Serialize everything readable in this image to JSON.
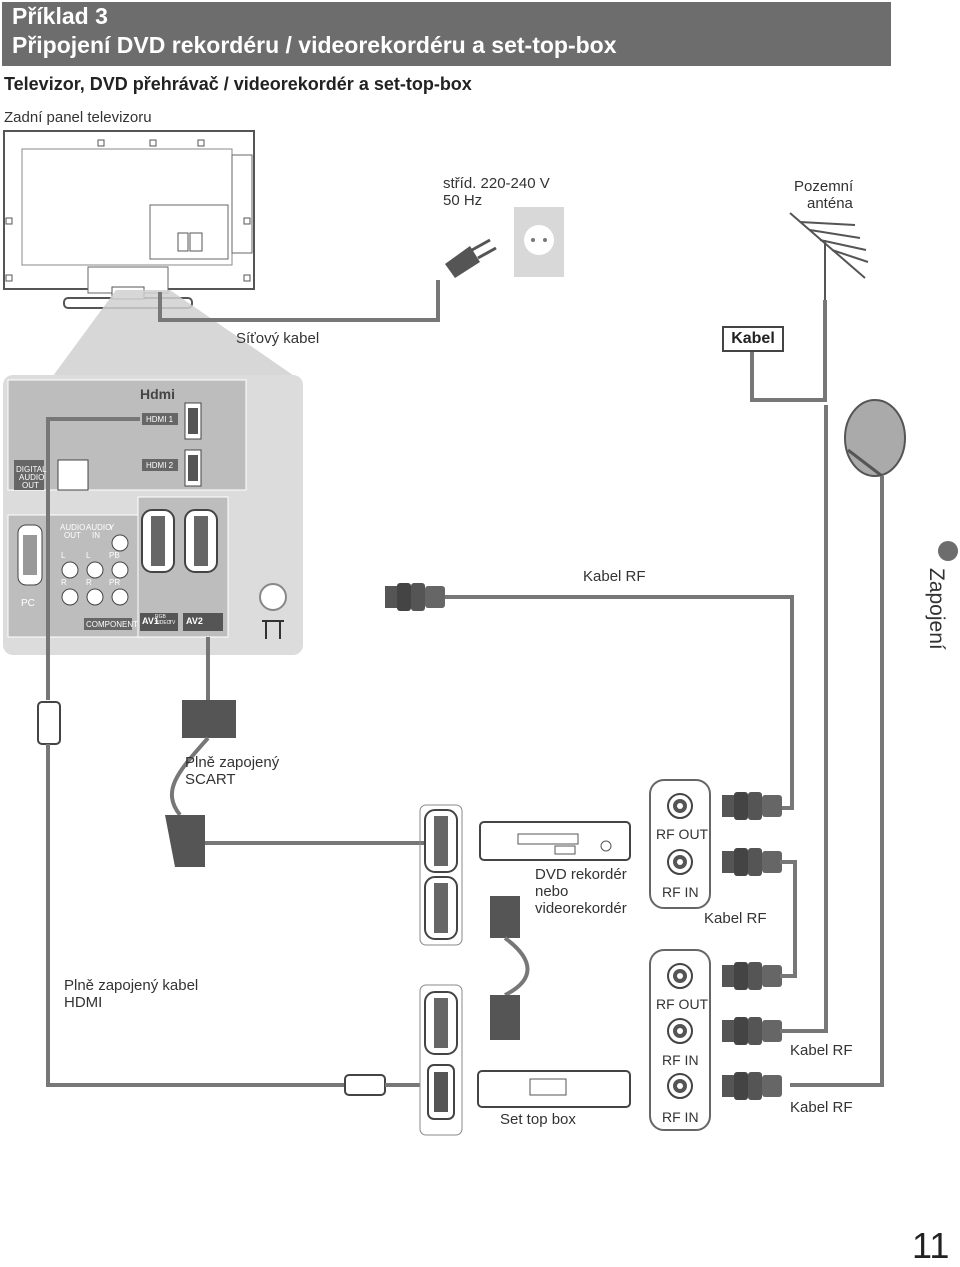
{
  "header": {
    "line1": "Příklad 3",
    "line2": "Připojení DVD rekordéru / videorekordéru a set-top-box"
  },
  "subtitle": "Televizor, DVD přehrávač / videorekordér a set-top-box",
  "labels": {
    "tv_rear_panel": "Zadní panel televizoru",
    "power_voltage": "stříd. 220-240 V",
    "power_freq": "50 Hz",
    "antenna_line1": "Pozemní",
    "antenna_line2": "anténa",
    "mains_cable": "Síťový kabel",
    "cable_box": "Kabel",
    "rf_cable_tv": "Kabel RF",
    "scart_line1": "Plně zapojený",
    "scart_line2": "SCART",
    "rf_out_1": "RF OUT",
    "rf_in_1": "RF IN",
    "dvd_line1": "DVD rekordér",
    "dvd_line2": "nebo",
    "dvd_line3": "videorekordér",
    "rf_cable_dvd": "Kabel RF",
    "hdmi_line1": "Plně zapojený kabel",
    "hdmi_line2": "HDMI",
    "rf_out_2": "RF OUT",
    "rf_in_2": "RF IN",
    "rf_in_3": "RF IN",
    "rf_cable_stb1": "Kabel RF",
    "rf_cable_stb2": "Kabel RF",
    "set_top_box": "Set top box",
    "side_tab": "Zapojení",
    "page_number": "11"
  },
  "panel_labels": {
    "hdmi_logo": "Hdmi",
    "hdmi1": "HDMI 1",
    "hdmi2": "HDMI 2",
    "digital_audio_out_1": "DIGITAL",
    "digital_audio_out_2": "AUDIO",
    "digital_audio_out_3": "OUT",
    "audio_out_1": "AUDIO",
    "audio_out_2": "OUT",
    "audio_in_1": "AUDIO",
    "audio_in_2": "IN",
    "y": "Y",
    "pb": "PB",
    "pr": "PR",
    "l1": "L",
    "l2": "L",
    "r1": "R",
    "r2": "R",
    "pc": "PC",
    "component": "COMPONENT",
    "av1": "AV1",
    "av2": "AV2",
    "av1_sub1": "RGB",
    "av1_sub2": "VIDEO",
    "av1_sub3": "TV"
  },
  "colors": {
    "header_bg": "#6d6d6d",
    "cable": "#777777",
    "panel_bg": "#dcdcdc",
    "device": "#555555"
  }
}
